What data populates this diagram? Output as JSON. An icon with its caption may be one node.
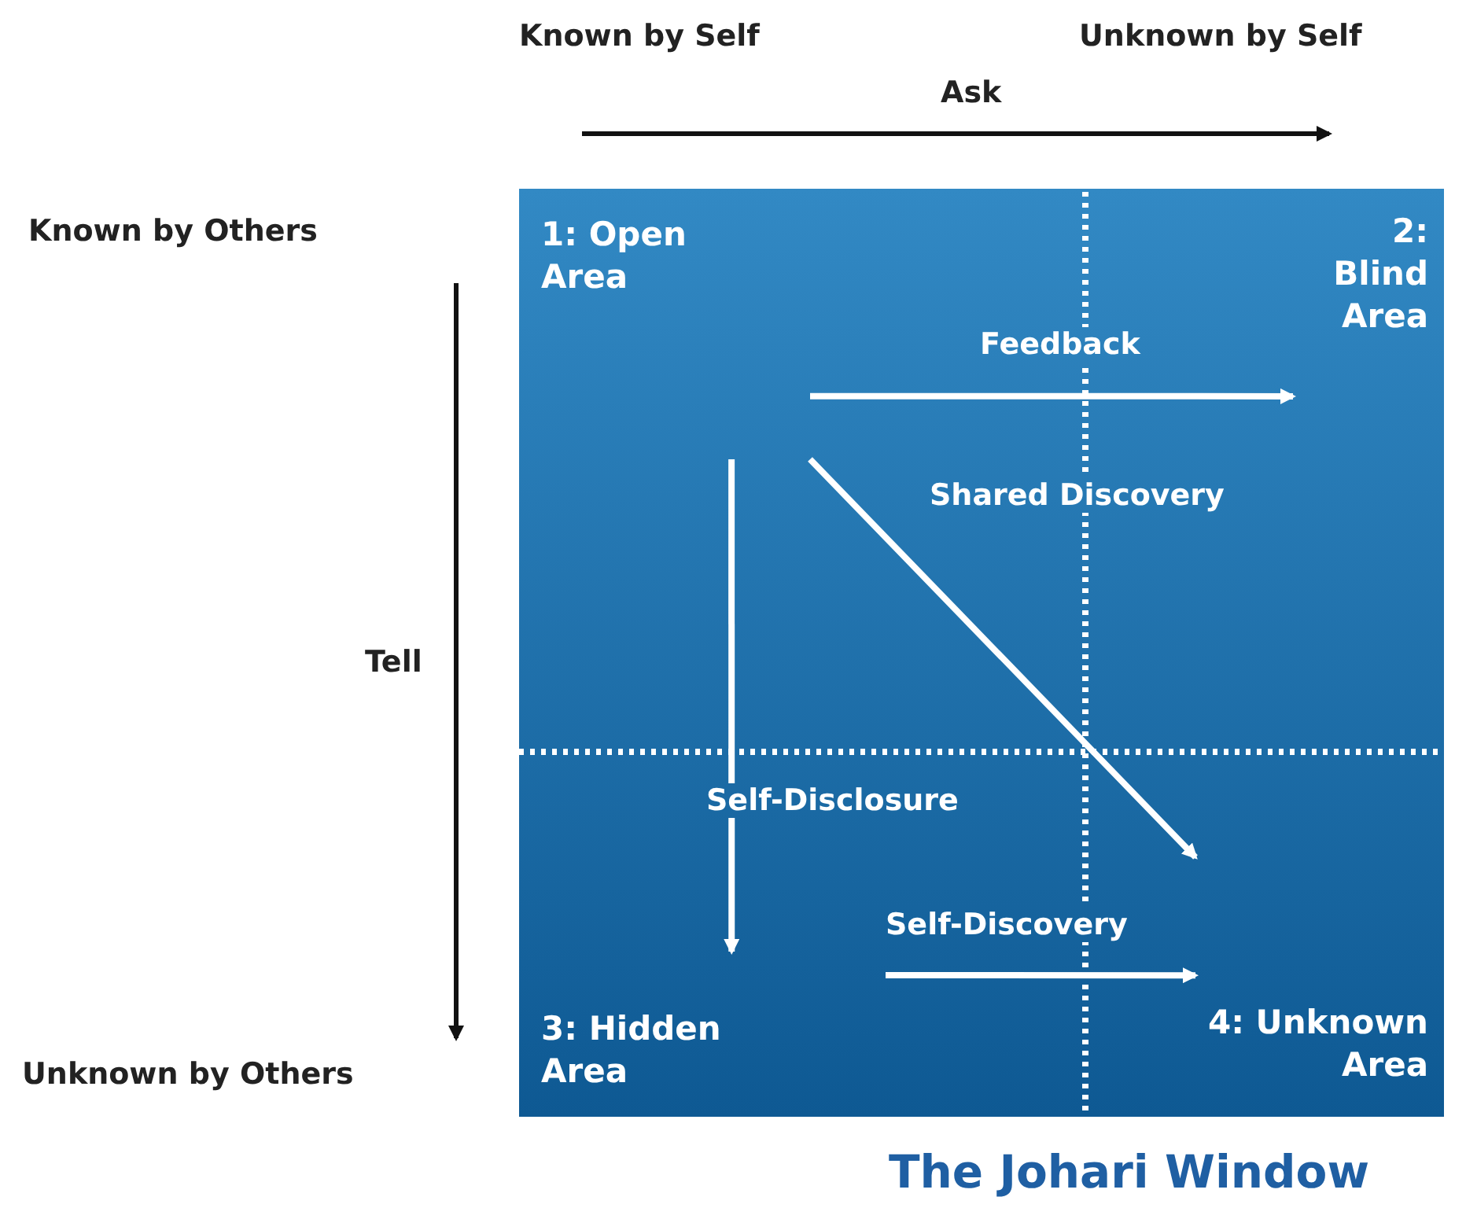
{
  "diagram": {
    "caption": "The Johari Window",
    "nodes": [
      {
        "text": [],
        "shape": "box"
      },
      {
        "text": [
          "1: Open Area"
        ],
        "in": 0
      },
      {
        "text": [
          "2: Blind Area"
        ],
        "in": 0
      },
      {
        "text": [
          "3: Hidden Area"
        ],
        "in": 0
      },
      {
        "text": [
          "4: Unknown Area"
        ],
        "in": 0
      }
    ],
    "edges": [
      {
        "from": 1,
        "to": 2,
        "arrow": "to",
        "label": "Feedback"
      },
      {
        "from": 1,
        "to": 4,
        "arrow": "to",
        "label": "Shared Discovery"
      },
      {
        "from": 1,
        "to": 3,
        "arrow": "to",
        "label": "Self-Disclosure"
      },
      {
        "from": 3,
        "to": 4,
        "arrow": "to",
        "label": "Self-Discovery"
      }
    ],
    "labels": [
      "Known by Self",
      "Unknown by Self",
      "Ask",
      "Known by Others",
      "Tell",
      "Unknown by Others"
    ]
  }
}
